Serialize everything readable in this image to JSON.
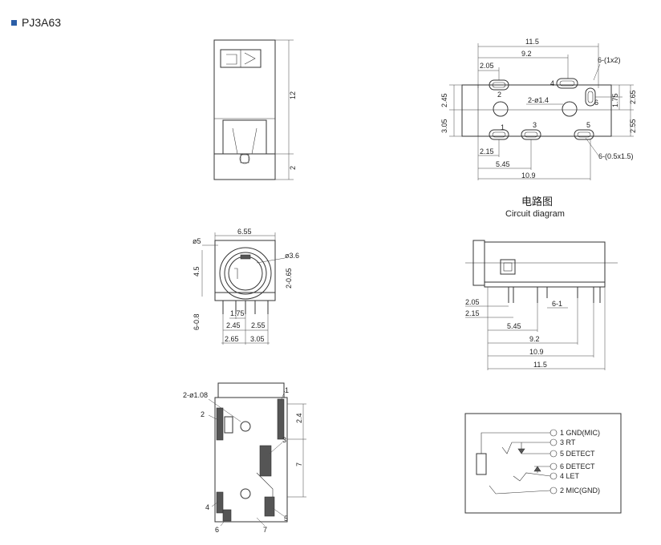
{
  "header": {
    "title": "PJ3A63"
  },
  "top_view": {
    "dim_length": "12",
    "dim_pin": "2"
  },
  "front_view": {
    "d_width": "6.55",
    "d_outer": "ø5",
    "d_inner": "ø3.6",
    "d_height": "4.5",
    "d_offset": "2-0.65",
    "d_pin": "6-0.8",
    "d_a": "1.75",
    "d_b": "2.45",
    "d_c": "2.55",
    "d_d": "2.65",
    "d_e": "3.05"
  },
  "bottom_view": {
    "d_hole": "2-ø1.08",
    "d_top": "2.4",
    "d_mid": "7",
    "pins": [
      "1",
      "2",
      "3",
      "4",
      "5",
      "6",
      "7"
    ]
  },
  "footprint": {
    "d_total": "11.5",
    "d_9_2": "9.2",
    "d_2_05": "2.05",
    "d_pad_top": "6-(1x2)",
    "d_2_45": "2.45",
    "d_3_05": "3.05",
    "d_hole": "2-ø1.4",
    "d_1_75": "1.75",
    "d_2_65": "2.65",
    "d_2_55": "2.55",
    "d_2_15": "2.15",
    "d_5_45": "5.45",
    "d_10_9": "10.9",
    "d_pad_bottom": "6-(0.5x1.5)",
    "pins": [
      "1",
      "2",
      "3",
      "4",
      "5",
      "6"
    ]
  },
  "side_view": {
    "d_2_05": "2.05",
    "d_2_15": "2.15",
    "d_6_1": "6-1",
    "d_5_45": "5.45",
    "d_9_2": "9.2",
    "d_10_9": "10.9",
    "d_11_5": "11.5"
  },
  "circuit": {
    "title_cn": "电路图",
    "title_en": "Circuit diagram",
    "labels": [
      "1 GND(MIC)",
      "3 RT",
      "5 DETECT",
      "6 DETECT",
      "4 LET",
      "2 MIC(GND)"
    ]
  }
}
